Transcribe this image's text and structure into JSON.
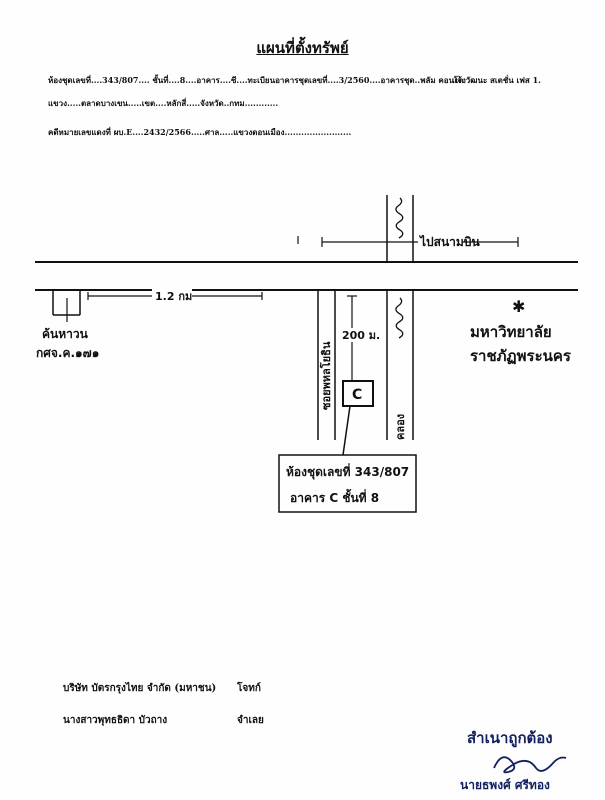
{
  "document": {
    "title": "แผนที่ตั้งทรัพย์",
    "line1": "ห้องชุดเลขที่....343/807.... ชั้นที่....8....อาคาร....ซี....ทะเบียนอาคารชุดเลขที่....3/2560....อาคารชุด..พลัม คอนโด",
    "line1_tail": "แจ้งวัฒนะ สเตชั่น เฟส 1.",
    "line2": "แขวง.....ตลาดบางเขน.....เขต....หลักสี่.....จังหวัด..กทม............",
    "line3": "คดีหมายเลขแดงที่    ผบ.E....2432/2566.....ศาล.....แขวงดอนเมือง........................"
  },
  "map": {
    "label_north_road": "ไปสนามบิน",
    "distance_label": "1.2 กม",
    "left_label_1": "ค้นหาวน",
    "left_label_2": "กศจ.ค.๑๗๑",
    "right_label_1": "มหาวิทยาลัย",
    "right_label_2": "ราชภัฏพระนคร",
    "side_road_label": "ซอยพหลโยธิน",
    "distance_2": "200 ม.",
    "canal_label": "คลอง",
    "marker_letter": "C",
    "callout_1": "ห้องชุดเลขที่ 343/807",
    "callout_2": "อาคาร C ชั้นที่ 8"
  },
  "footer": {
    "company": "บริษัท บัตรกรุงไทย จำกัด (มหาชน)",
    "role1": "โจทก์",
    "person": "นางสาวพุทธธิดา บัวถาง",
    "role2": "จำเลย",
    "certified": "สำเนาถูกต้อง",
    "signer": "นายธพงศ์ ศรีทอง"
  }
}
